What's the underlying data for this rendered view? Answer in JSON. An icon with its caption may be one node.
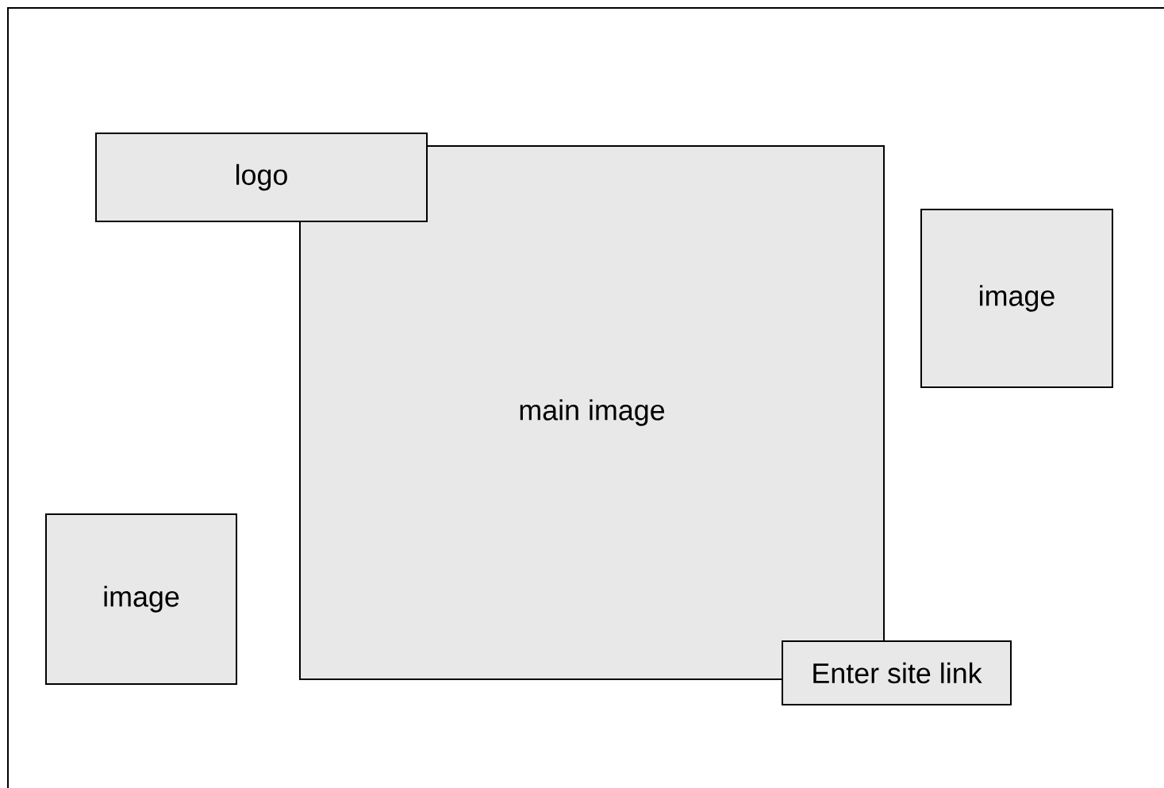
{
  "diagram": {
    "nodes": [
      {
        "text": [
          "logo"
        ]
      },
      {
        "text": [
          "main image"
        ]
      },
      {
        "text": [
          "image"
        ]
      },
      {
        "text": [
          "image"
        ]
      },
      {
        "text": [
          "Enter site link"
        ]
      }
    ]
  }
}
